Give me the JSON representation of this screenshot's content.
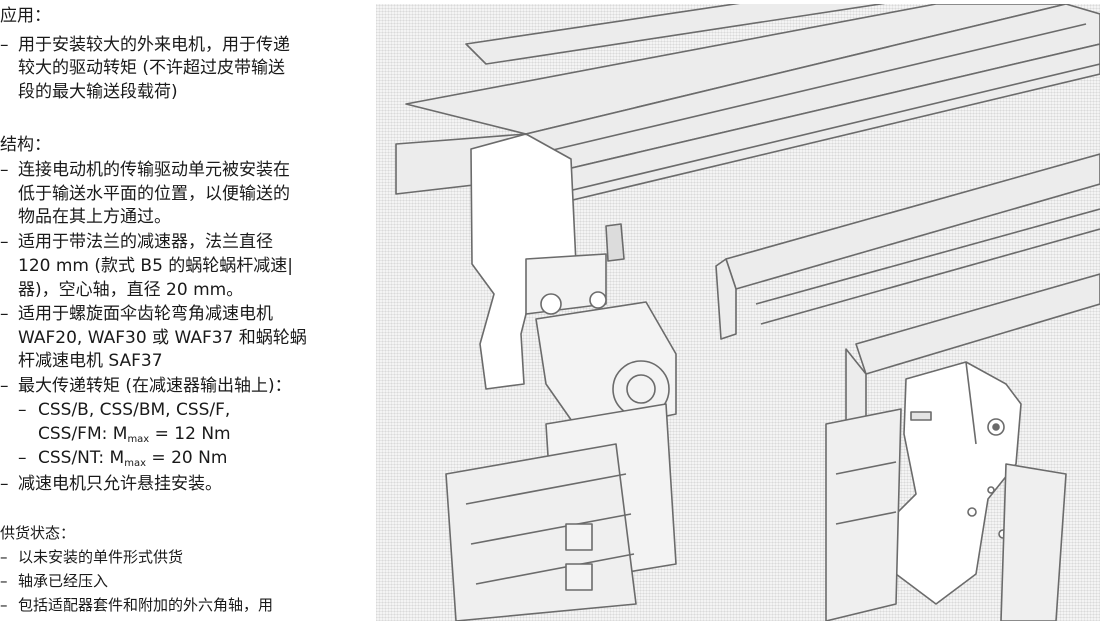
{
  "application": {
    "heading": "应用：",
    "items": [
      {
        "lines": [
          "用于安装较大的外来电机，用于传递",
          "较大的驱动转矩 (不许超过皮带输送",
          "段的最大输送段载荷)"
        ]
      }
    ]
  },
  "structure": {
    "heading": "结构：",
    "items": [
      {
        "lines": [
          "连接电动机的传输驱动单元被安装在",
          "低于输送水平面的位置，以便输送的",
          "物品在其上方通过。"
        ]
      },
      {
        "lines": [
          "适用于带法兰的减速器，法兰直径",
          "120 mm (款式 B5 的蜗轮蜗杆减速|",
          "器)，空心轴，直径 20 mm。"
        ]
      },
      {
        "lines": [
          "适用于螺旋面伞齿轮弯角减速电机",
          "WAF20, WAF30 或 WAF37 和蜗轮蜗",
          "杆减速电机 SAF37"
        ]
      },
      {
        "lines": [
          "最大传递转矩 (在减速器输出轴上)："
        ]
      }
    ],
    "torque": {
      "row1_dash": "–",
      "row1_text": "CSS/B, CSS/BM, CSS/F,",
      "row2_prefix": "CSS/FM: M",
      "row2_sub": "max",
      "row2_suffix": " = 12 Nm",
      "row3_dash": "–",
      "row3_prefix": "CSS/NT: M",
      "row3_sub": "max",
      "row3_suffix": " = 20 Nm"
    },
    "last_item": "减速电机只允许悬挂安装。"
  },
  "delivery": {
    "heading": "供货状态：",
    "items": [
      "以未安装的单件形式供货",
      "轴承已经压入",
      "包括适配器套件和附加的外六角轴，用"
    ]
  },
  "bullet": "–"
}
